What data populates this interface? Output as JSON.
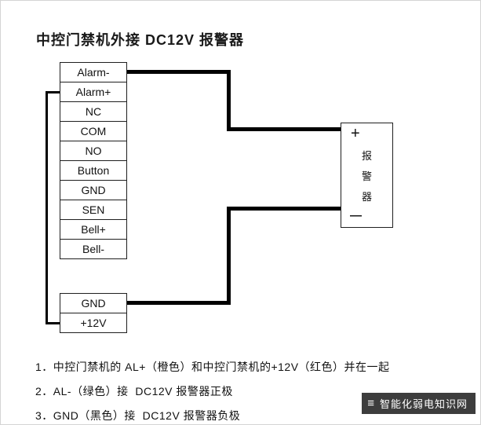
{
  "title": "中控门禁机外接 DC12V 报警器",
  "terminal_block": {
    "rows": [
      "Alarm-",
      "Alarm+",
      "NC",
      "COM",
      "NO",
      "Button",
      "GND",
      "SEN",
      "Bell+",
      "Bell-"
    ]
  },
  "power_block": {
    "rows": [
      "GND",
      "+12V"
    ]
  },
  "alarm_box": {
    "positive_label": "+",
    "name_chars": [
      "报",
      "警",
      "器"
    ],
    "negative_label": "—"
  },
  "notes": [
    "1．中控门禁机的 AL+（橙色）和中控门禁机的+12V（红色）并在一起",
    "2．AL-（绿色）接  DC12V 报警器正极",
    "3．GND（黑色）接  DC12V 报警器负极"
  ],
  "watermark": {
    "icon_glyph": "≡",
    "text": "智能化弱电知识网"
  },
  "colors": {
    "wire": "#000000",
    "watermark_bg": "#3d3d3d"
  }
}
